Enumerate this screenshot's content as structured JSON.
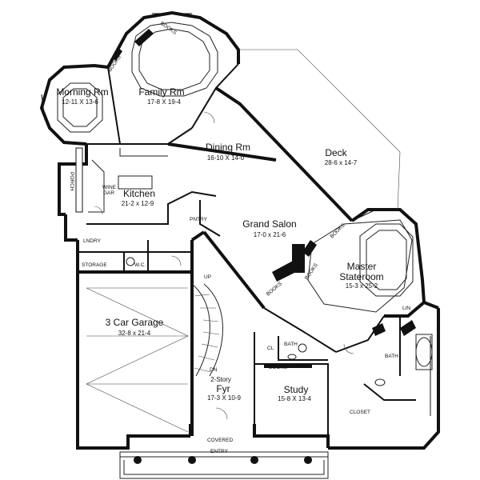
{
  "rooms": {
    "morning_rm": {
      "name": "Morning Rm",
      "dim": "12-11 X 13-6"
    },
    "family_rm": {
      "name": "Family Rm",
      "dim": "17-8 X 19-4"
    },
    "dining_rm": {
      "name": "Dining Rm",
      "dim": "16-10 X 14-0"
    },
    "deck": {
      "name": "Deck",
      "dim": "28-6 x 14-7"
    },
    "kitchen": {
      "name": "Kitchen",
      "dim": "21-2 x 12-9"
    },
    "grand_salon": {
      "name": "Grand Salon",
      "dim": "17-0 x 21-6"
    },
    "master": {
      "name_line1": "Master",
      "name_line2": "Stateroom",
      "dim": "15-3 x 25-2"
    },
    "garage": {
      "name": "3 Car Garage",
      "dim": "32-8 x 21-4"
    },
    "foyer": {
      "note": "2-Story",
      "name": "Fyr",
      "dim": "17-3 X 10-9"
    },
    "study": {
      "name": "Study",
      "dim": "15-8 X 13-4"
    }
  },
  "tags": {
    "books_family": "BOOKS",
    "books_morning": "BOOKS",
    "porch": "PORCH",
    "wine": "WINE",
    "gar": "GAR",
    "pntry": "PNTRY",
    "laundry": "LNDRY",
    "storage": "STORAGE",
    "wc": "W.C.",
    "books_salon_left": "BOOKS",
    "books_salon_mid": "BOOKS",
    "books_salon_right": "BOOKS",
    "lin": "LIN",
    "bath_small": "BATH",
    "cl": "CL",
    "books_study": "BOOKS",
    "bath_master": "BATH",
    "closet": "CLOSET",
    "covered": "COVERED",
    "entry": "ENTRY",
    "up": "UP",
    "dn": "DN"
  }
}
